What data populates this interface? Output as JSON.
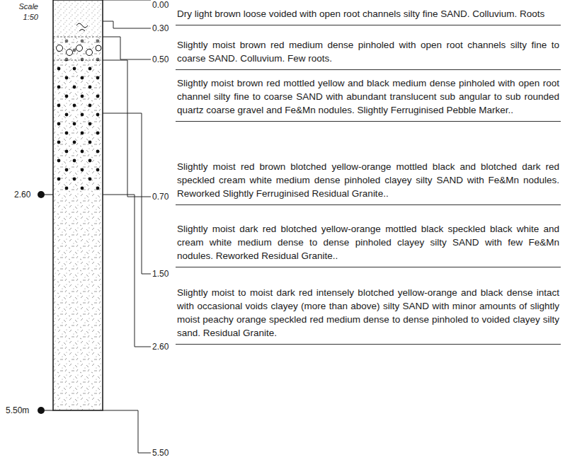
{
  "diagram": {
    "nodes": [
      {
        "text": [
          "Dry light brown loose voided with open root channels silty fine SAND. Colluvium. Roots"
        ]
      },
      {
        "text": [
          "Slightly moist brown red medium dense pinholed with open root channels silty fine to coarse SAND. Colluvium. Few roots."
        ]
      },
      {
        "text": [
          "Slightly moist brown red mottled yellow and black medium dense pinholed with open root channel silty fine to coarse SAND with abundant translucent sub angular to sub rounded quartz coarse gravel and Fe&Mn nodules. Slightly Ferruginised Pebble Marker.."
        ]
      },
      {
        "text": [
          "Slightly moist red brown blotched yellow-orange mottled black and blotched dark red speckled cream white medium dense pinholed clayey silty SAND with Fe&Mn nodules. Reworked Slightly Ferruginised Residual Granite.."
        ]
      },
      {
        "text": [
          "Slightly moist dark red blotched yellow-orange mottled black speckled black white and cream white medium dense to dense pinholed clayey silty SAND with few Fe&Mn nodules. Reworked Residual Granite.."
        ]
      },
      {
        "text": [
          "Slightly moist to moist dark red intensely blotched yellow-orange and black dense intact with occasional voids clayey (more than above) silty SAND with minor amounts of slightly moist peachy orange speckled red medium dense to dense pinholed to voided clayey silty sand. Residual Granite."
        ]
      }
    ],
    "labels": [
      "Scale 1:50",
      "0.00",
      "0.30",
      "0.50",
      "0.70",
      "2.60",
      "1.50",
      "2.60",
      "5.50m",
      "5.50"
    ]
  }
}
